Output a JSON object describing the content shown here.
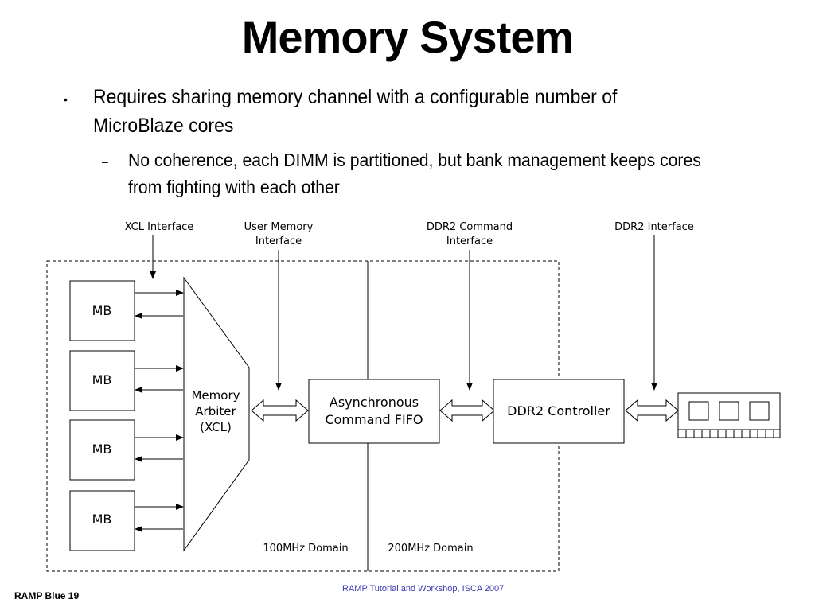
{
  "slide": {
    "title": "Memory System",
    "bullet1": "Requires sharing memory channel with a configurable number of MicroBlaze cores",
    "bullet2": "No coherence, each DIMM is partitioned, but bank management keeps cores from fighting with each other",
    "footer_left": "RAMP Blue 19",
    "footer_center": "RAMP Tutorial and Workshop, ISCA 2007"
  },
  "diagram": {
    "labels": {
      "xcl_interface": "XCL Interface",
      "user_memory_1": "User Memory",
      "user_memory_2": "Interface",
      "ddr2_command_1": "DDR2 Command",
      "ddr2_command_2": "Interface",
      "ddr2_interface": "DDR2 Interface",
      "domain_100": "100MHz Domain",
      "domain_200": "200MHz Domain"
    },
    "mb_blocks": [
      "MB",
      "MB",
      "MB",
      "MB"
    ],
    "arbiter": [
      "Memory",
      "Arbiter",
      "(XCL)"
    ],
    "fifo": [
      "Asynchronous",
      "Command FIFO"
    ],
    "controller": "DDR2 Controller"
  }
}
